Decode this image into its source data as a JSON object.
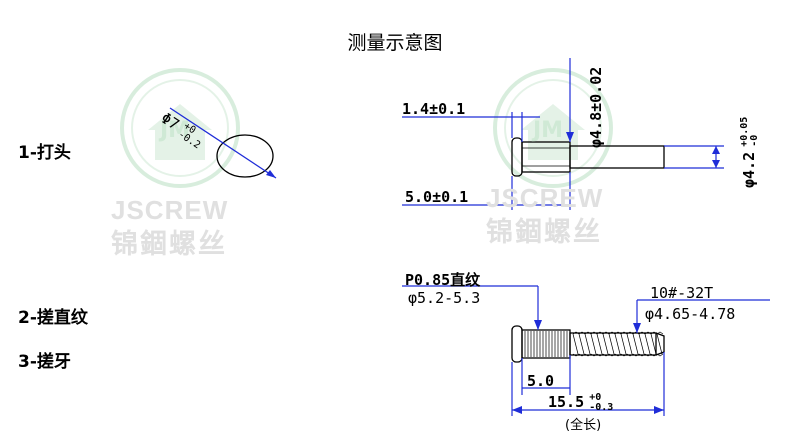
{
  "title": "测量示意图",
  "steps": {
    "step1": "1-打头",
    "step2": "2-搓直纹",
    "step3": "3-搓牙"
  },
  "watermark": {
    "brand_en": "JSCREW",
    "brand_cn": "锦錮螺丝",
    "logo_letters": "JM"
  },
  "head_disc": {
    "diameter": "Φ7",
    "tol_upper": "+0",
    "tol_lower": "-0.2"
  },
  "pin": {
    "head_thickness": "1.4±0.1",
    "large_diameter": "φ4.8±0.02",
    "length_label": "5.0±0.1",
    "small_diameter": "φ4.2",
    "small_tol_upper": "+0.05",
    "small_tol_lower": "-0"
  },
  "screw": {
    "knurl_pitch": "P0.85直纹",
    "knurl_diameter": "φ5.2-5.3",
    "thread_spec": "10#-32T",
    "thread_diameter": "φ4.65-4.78",
    "knurl_length": "5.0",
    "total_length": "15.5",
    "total_tol_upper": "+0",
    "total_tol_lower": "-0.3",
    "total_note": "(全长)"
  },
  "colors": {
    "dimension_line": "#1f2dd8",
    "watermark": "#c9e6cf",
    "drawing": "#000000"
  }
}
